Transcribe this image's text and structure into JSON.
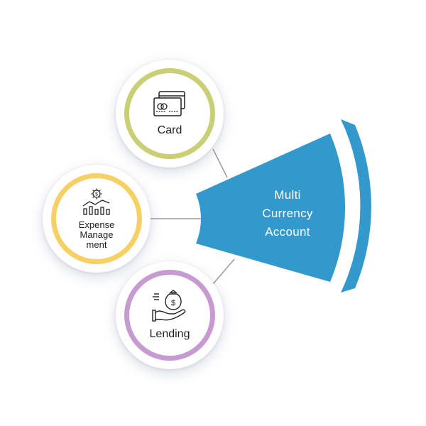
{
  "hub": {
    "title_lines": [
      "Multi",
      "Currency",
      "Account"
    ],
    "color": "#3399cc"
  },
  "nodes": [
    {
      "label": "Card",
      "ring_color": "#c8cf74",
      "icon": "credit-cards-icon"
    },
    {
      "label": "Expense Manage ment",
      "label_lines": [
        "Expense",
        "Manage",
        "ment"
      ],
      "ring_color": "#f7d065",
      "icon": "expense-chart-gear-icon"
    },
    {
      "label": "Lending",
      "ring_color": "#c79ad1",
      "icon": "hand-money-bag-icon"
    }
  ]
}
